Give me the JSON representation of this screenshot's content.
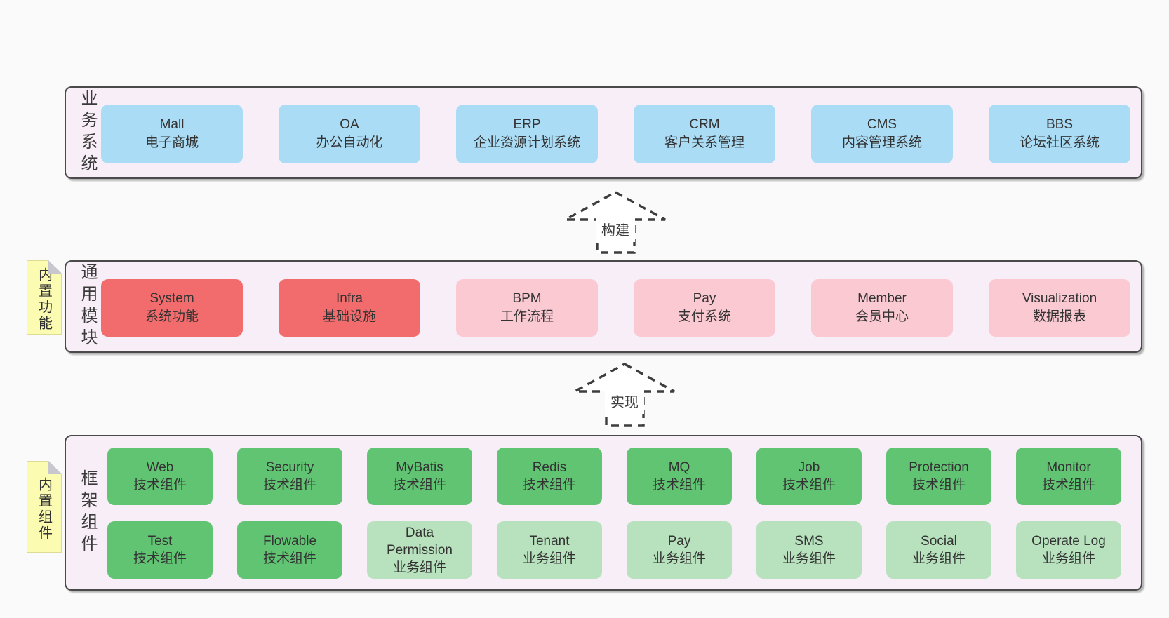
{
  "diagram": {
    "palette": {
      "page_background": "#fafafa",
      "layer_fill": "#f8eef7",
      "layer_border": "#4a4a4a",
      "business_box_blue": "#aadcf5",
      "core_module_red": "#f26c6d",
      "module_pink": "#fac9d2",
      "tech_component_green": "#61c473",
      "biz_component_light_green": "#b7e2bd",
      "note_yellow": "#fbfcb2",
      "note_fold_gray": "#c7c7cd",
      "arrow_stroke": "#3d3d3d"
    },
    "layers": [
      {
        "label": "业务系统",
        "boxes": [
          {
            "name": "Mall",
            "sub": "电子商城",
            "variant": "blue"
          },
          {
            "name": "OA",
            "sub": "办公自动化",
            "variant": "blue"
          },
          {
            "name": "ERP",
            "sub": "企业资源计划系统",
            "variant": "blue"
          },
          {
            "name": "CRM",
            "sub": "客户关系管理",
            "variant": "blue"
          },
          {
            "name": "CMS",
            "sub": "内容管理系统",
            "variant": "blue"
          },
          {
            "name": "BBS",
            "sub": "论坛社区系统",
            "variant": "blue"
          }
        ]
      },
      {
        "label": "通用模块",
        "note": "内置功能",
        "boxes": [
          {
            "name": "System",
            "sub": "系统功能",
            "variant": "red"
          },
          {
            "name": "Infra",
            "sub": "基础设施",
            "variant": "red"
          },
          {
            "name": "BPM",
            "sub": "工作流程",
            "variant": "pink"
          },
          {
            "name": "Pay",
            "sub": "支付系统",
            "variant": "pink"
          },
          {
            "name": "Member",
            "sub": "会员中心",
            "variant": "pink"
          },
          {
            "name": "Visualization",
            "sub": "数据报表",
            "variant": "pink"
          }
        ]
      },
      {
        "label": "框架组件",
        "note": "内置组件",
        "rows": [
          [
            {
              "name": "Web",
              "sub": "技术组件",
              "variant": "green"
            },
            {
              "name": "Security",
              "sub": "技术组件",
              "variant": "green"
            },
            {
              "name": "MyBatis",
              "sub": "技术组件",
              "variant": "green"
            },
            {
              "name": "Redis",
              "sub": "技术组件",
              "variant": "green"
            },
            {
              "name": "MQ",
              "sub": "技术组件",
              "variant": "green"
            },
            {
              "name": "Job",
              "sub": "技术组件",
              "variant": "green"
            },
            {
              "name": "Protection",
              "sub": "技术组件",
              "variant": "green"
            },
            {
              "name": "Monitor",
              "sub": "技术组件",
              "variant": "green"
            }
          ],
          [
            {
              "name": "Test",
              "sub": "技术组件",
              "variant": "green"
            },
            {
              "name": "Flowable",
              "sub": "技术组件",
              "variant": "green"
            },
            {
              "name": "Data Permission",
              "sub": "业务组件",
              "variant": "light-green"
            },
            {
              "name": "Tenant",
              "sub": "业务组件",
              "variant": "light-green"
            },
            {
              "name": "Pay",
              "sub": "业务组件",
              "variant": "light-green"
            },
            {
              "name": "SMS",
              "sub": "业务组件",
              "variant": "light-green"
            },
            {
              "name": "Social",
              "sub": "业务组件",
              "variant": "light-green"
            },
            {
              "name": "Operate Log",
              "sub": "业务组件",
              "variant": "light-green"
            }
          ]
        ]
      }
    ],
    "arrows": [
      {
        "label": "构建"
      },
      {
        "label": "实现"
      }
    ]
  }
}
